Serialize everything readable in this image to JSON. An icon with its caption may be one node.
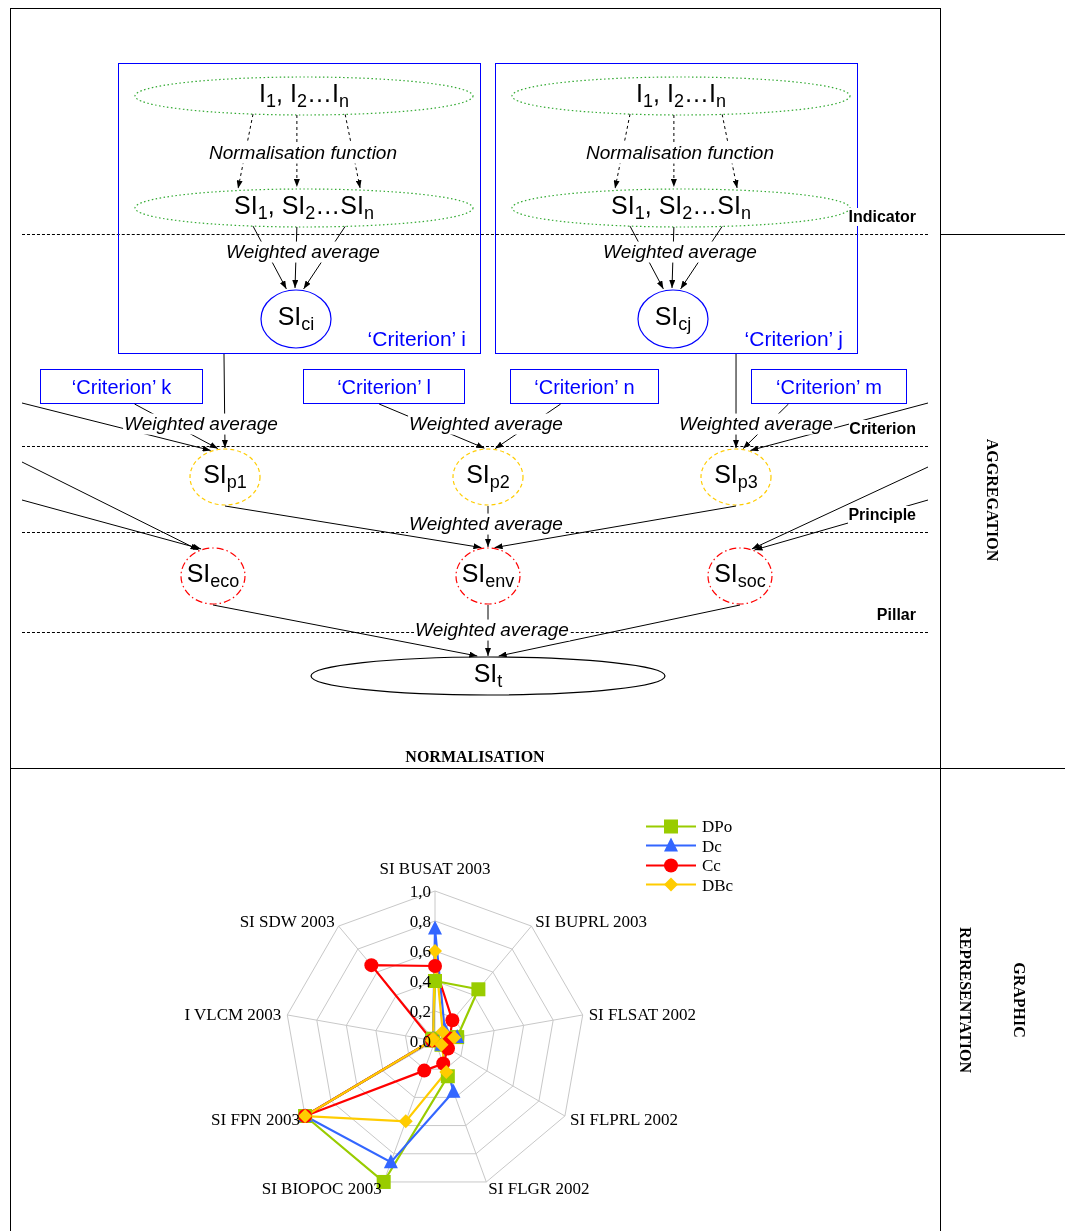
{
  "diagram": {
    "nodes": [
      {
        "text": [
          "‘Criterion’ i"
        ]
      },
      {
        "text": [
          "I$_{1}$, I$_{2}$…I$_{n}$"
        ],
        "in": 0
      },
      {
        "text": [
          "SI$_{1}$, SI$_{2}$…SI$_{n}$"
        ],
        "in": 0
      },
      {
        "text": [
          "SI$_{ci}$"
        ],
        "in": 0
      },
      {
        "text": [
          "‘Criterion’ j"
        ]
      },
      {
        "text": [
          "I$_{1}$, I$_{2}$…I$_{n}$"
        ],
        "in": 4
      },
      {
        "text": [
          "SI$_{1}$, SI$_{2}$…SI$_{n}$"
        ],
        "in": 4
      },
      {
        "text": [
          "SI$_{cj}$"
        ],
        "in": 4
      },
      {
        "text": [
          "‘Criterion’ k"
        ]
      },
      {
        "text": [
          "‘Criterion’ l"
        ]
      },
      {
        "text": [
          "‘Criterion’ n"
        ]
      },
      {
        "text": [
          "‘Criterion’ m"
        ]
      },
      {
        "text": [
          "SI$_{p1}$"
        ]
      },
      {
        "text": [
          "SI$_{p2}$"
        ]
      },
      {
        "text": [
          "SI$_{p3}$"
        ]
      },
      {
        "text": [
          "SI$_{eco}$"
        ]
      },
      {
        "text": [
          "SI$_{env}$"
        ]
      },
      {
        "text": [
          "SI$_{soc}$"
        ]
      },
      {
        "text": [
          "SI$_{t}$"
        ]
      }
    ],
    "edges": [
      {
        "from": 1,
        "to": 2,
        "arrow": "to",
        "style": "dashed"
      },
      {
        "from": 1,
        "to": 2,
        "arrow": "to",
        "style": "dashed",
        "label": "Normalisation function"
      },
      {
        "from": 1,
        "to": 2,
        "arrow": "to",
        "style": "dashed"
      },
      {
        "from": 2,
        "to": 3,
        "arrow": "to"
      },
      {
        "from": 2,
        "to": 3,
        "arrow": "to",
        "label": "Weighted average"
      },
      {
        "from": 2,
        "to": 3,
        "arrow": "to"
      },
      {
        "from": 5,
        "to": 6,
        "arrow": "to",
        "style": "dashed"
      },
      {
        "from": 5,
        "to": 6,
        "arrow": "to",
        "style": "dashed",
        "label": "Normalisation function"
      },
      {
        "from": 5,
        "to": 6,
        "arrow": "to",
        "style": "dashed"
      },
      {
        "from": 6,
        "to": 7,
        "arrow": "to"
      },
      {
        "from": 6,
        "to": 7,
        "arrow": "to",
        "label": "Weighted average"
      },
      {
        "from": 6,
        "to": 7,
        "arrow": "to"
      },
      {
        "from": null,
        "to": 12,
        "arrow": "to"
      },
      {
        "from": 8,
        "to": 12,
        "arrow": "to",
        "label": "Weighted average"
      },
      {
        "from": 0,
        "to": 12,
        "arrow": "to"
      },
      {
        "from": 9,
        "to": 13,
        "arrow": "to",
        "label": "Weighted average"
      },
      {
        "from": 10,
        "to": 13,
        "arrow": "to"
      },
      {
        "from": 4,
        "to": 14,
        "arrow": "to"
      },
      {
        "from": 11,
        "to": 14,
        "arrow": "to",
        "label": "Weighted average"
      },
      {
        "from": null,
        "to": 14,
        "arrow": "to"
      },
      {
        "from": null,
        "to": 15,
        "arrow": "to"
      },
      {
        "from": null,
        "to": 15,
        "arrow": "to"
      },
      {
        "from": 12,
        "to": 16,
        "arrow": "to"
      },
      {
        "from": 13,
        "to": 16,
        "arrow": "to",
        "label": "Weighted average"
      },
      {
        "from": 14,
        "to": 16,
        "arrow": "to"
      },
      {
        "from": null,
        "to": 17,
        "arrow": "to"
      },
      {
        "from": null,
        "to": 17,
        "arrow": "to"
      },
      {
        "from": 15,
        "to": 18,
        "arrow": "to"
      },
      {
        "from": 16,
        "to": 18,
        "arrow": "to",
        "label": "Weighted average"
      },
      {
        "from": 17,
        "to": 18,
        "arrow": "to"
      }
    ],
    "labels": [
      "Indicator",
      "Criterion",
      "Principle",
      "Pillar",
      "AGGREGATION",
      "NORMALISATION",
      "GRAPHIC REPRESENTATION",
      "SI BUSAT 2003",
      "SI BUPRL 2003",
      "SI FLSAT 2002",
      "SI FLPRL 2002",
      "SI FLGR 2002",
      "SI BIOPOC 2003",
      "SI FPN 2003",
      "I VLCM 2003",
      "SI SDW 2003",
      "0,0",
      "0,2",
      "0,4",
      "0,6",
      "0,8",
      "1,0"
    ],
    "legend": [
      {
        "text": "DPo"
      },
      {
        "text": "Dc"
      },
      {
        "text": "Cc"
      },
      {
        "text": "DBc"
      }
    ]
  }
}
